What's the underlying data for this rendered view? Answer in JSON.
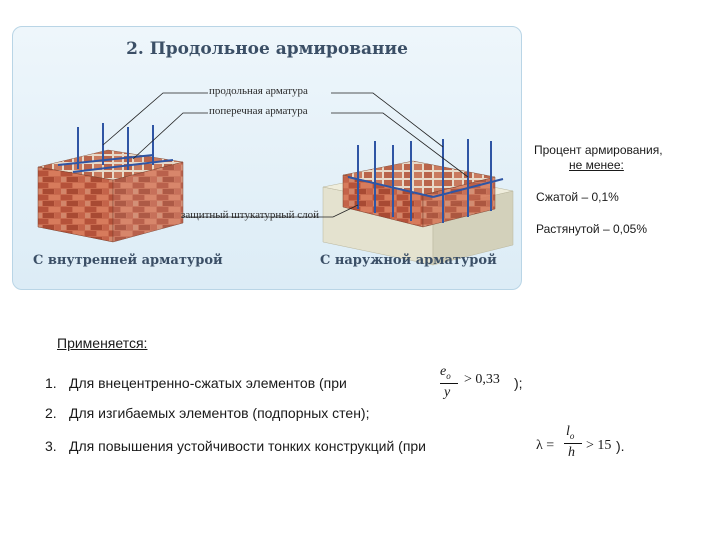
{
  "slide": {
    "panel": {
      "title": "2. Продольное армирование",
      "labels": {
        "longitudinal": "продольная арматура",
        "transverse": "поперечная арматура",
        "plaster": "защитный штукатурный слой"
      },
      "captions": {
        "inner": "С внутренней арматурой",
        "outer": "С наружной арматурой"
      }
    },
    "reinforcement_percent": {
      "title_line1": "Процент армирования,",
      "title_line2": "не менее:",
      "compressed": "Сжатой – 0,1%",
      "tensile": "Растянутой – 0,05%"
    },
    "applies": {
      "heading": "Применяется:",
      "items": [
        {
          "num": "1.",
          "text": "Для внецентренно-сжатых элементов (при",
          "tail": ");"
        },
        {
          "num": "2.",
          "text": "Для изгибаемых элементов (подпорных стен);",
          "tail": ""
        },
        {
          "num": "3.",
          "text": "Для повышения устойчивости тонких конструкций (при",
          "tail": ")."
        }
      ],
      "formula1": {
        "num": "e",
        "num_sub": "o",
        "den": "y",
        "rel": "> 0,33"
      },
      "formula3": {
        "lhs": "λ =",
        "num": "l",
        "num_sub": "o",
        "den": "h",
        "rel": "> 15"
      }
    }
  }
}
